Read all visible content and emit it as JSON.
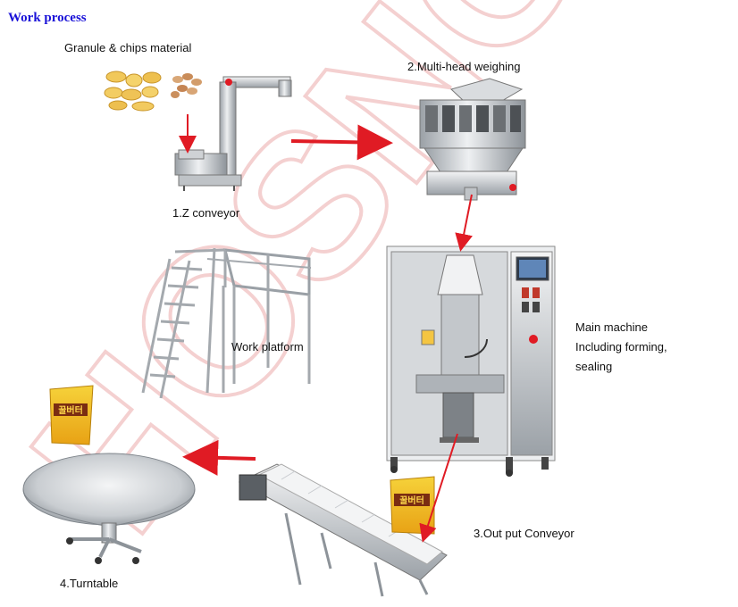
{
  "page": {
    "title": "Work process",
    "watermark": "HOSNG"
  },
  "labels": {
    "raw_material": "Granule & chips material",
    "z_conveyor": "1.Z conveyor",
    "weigher": "2.Multi-head  weighing",
    "platform": "Work platform",
    "main_machine": [
      "Main machine",
      "Including forming,",
      "sealing"
    ],
    "output_conveyor": "3.Out put Conveyor",
    "turntable": "4.Turntable"
  },
  "package_text": "꿀버터",
  "colors": {
    "title": "#1a12d8",
    "arrow": "#e01b24",
    "watermark": "#e8a0a0",
    "steel_light": "#e4e6e8",
    "steel_dark": "#8a9096"
  }
}
